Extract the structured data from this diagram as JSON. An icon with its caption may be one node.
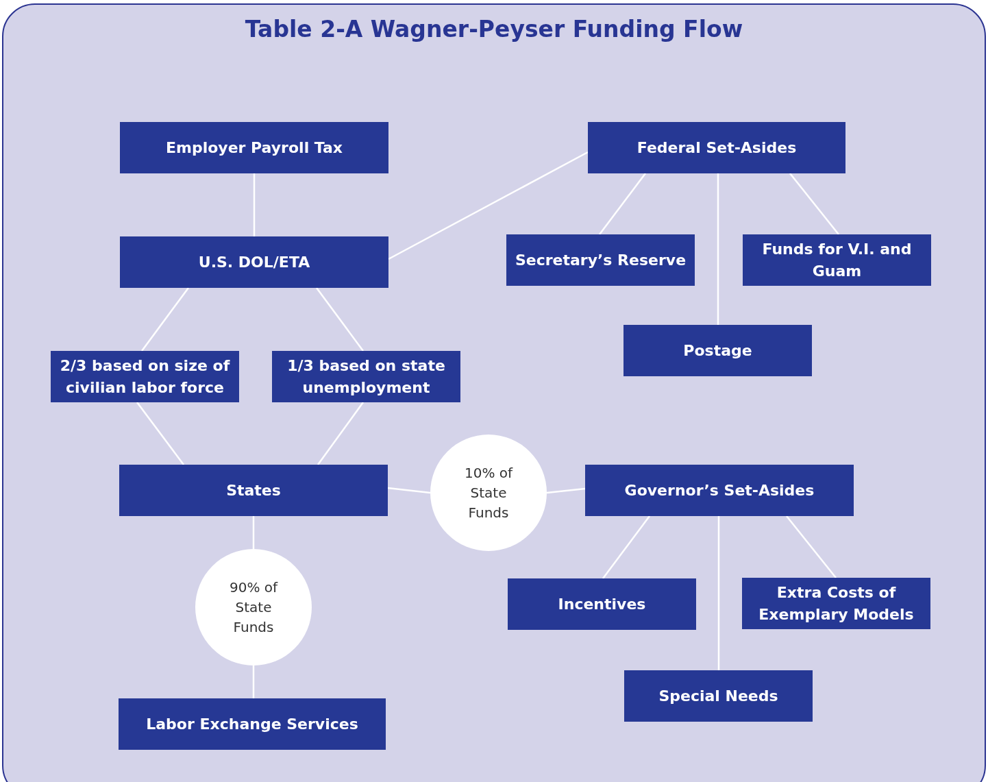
{
  "diagram": {
    "title": "Table 2-A Wagner-Peyser Funding Flow",
    "nodes": [
      {
        "text": [
          "Employer Payroll Tax"
        ]
      },
      {
        "text": [
          "Federal Set-Asides"
        ]
      },
      {
        "text": [
          "U.S. DOL/ETA"
        ]
      },
      {
        "text": [
          "Secretary’s Reserve"
        ]
      },
      {
        "text": [
          "Funds for V.I. and Guam"
        ]
      },
      {
        "text": [
          "2/3 based on size of civilian labor force"
        ]
      },
      {
        "text": [
          "1/3 based on state unemployment"
        ]
      },
      {
        "text": [
          "Postage"
        ]
      },
      {
        "text": [
          "States"
        ]
      },
      {
        "text": [
          "10% of State Funds"
        ]
      },
      {
        "text": [
          "Governor’s Set-Asides"
        ]
      },
      {
        "text": [
          "90% of State Funds"
        ]
      },
      {
        "text": [
          "Incentives"
        ]
      },
      {
        "text": [
          "Extra Costs of Exemplary Models"
        ]
      },
      {
        "text": [
          "Labor Exchange Services"
        ]
      },
      {
        "text": [
          "Special Needs"
        ]
      }
    ],
    "edges": [
      {
        "from": 0,
        "to": 2,
        "arrow": "none"
      },
      {
        "from": 2,
        "to": 1,
        "arrow": "none"
      },
      {
        "from": 1,
        "to": 3,
        "arrow": "none"
      },
      {
        "from": 1,
        "to": 4,
        "arrow": "none"
      },
      {
        "from": 1,
        "to": 7,
        "arrow": "none"
      },
      {
        "from": 2,
        "to": 5,
        "arrow": "none"
      },
      {
        "from": 2,
        "to": 6,
        "arrow": "none"
      },
      {
        "from": 5,
        "to": 8,
        "arrow": "none"
      },
      {
        "from": 6,
        "to": 8,
        "arrow": "none"
      },
      {
        "from": 8,
        "to": 9,
        "arrow": "none"
      },
      {
        "from": 9,
        "to": 10,
        "arrow": "none"
      },
      {
        "from": 10,
        "to": 12,
        "arrow": "none"
      },
      {
        "from": 10,
        "to": 13,
        "arrow": "none"
      },
      {
        "from": 10,
        "to": 15,
        "arrow": "none"
      },
      {
        "from": 8,
        "to": 11,
        "arrow": "none"
      },
      {
        "from": 11,
        "to": 14,
        "arrow": "none"
      }
    ]
  }
}
